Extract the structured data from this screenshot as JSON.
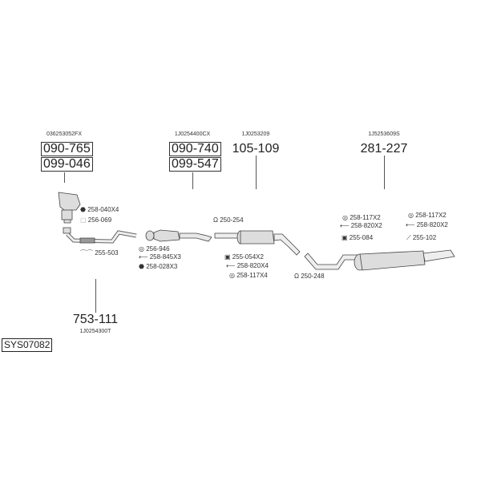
{
  "groups": [
    {
      "oem": "036253052FX",
      "parts": [
        "090-765",
        "099-046"
      ]
    },
    {
      "oem": "1J0254400CX",
      "parts": [
        "090-740",
        "099-547"
      ]
    },
    {
      "oem": "1J0253209",
      "parts": [
        "105-109"
      ]
    },
    {
      "oem": "1J5253609S",
      "parts": [
        "281-227"
      ]
    },
    {
      "oem": "1J0254300T",
      "parts": [
        "753-111"
      ]
    }
  ],
  "accessories": [
    {
      "code": "258-040X4",
      "icon": "nut-icon"
    },
    {
      "code": "256-069",
      "icon": "gasket-icon"
    },
    {
      "code": "255-503",
      "icon": "bracket-icon"
    },
    {
      "code": "256-946",
      "icon": "ring-gasket-icon"
    },
    {
      "code": "258-845X3",
      "icon": "bolt-icon"
    },
    {
      "code": "258-028X3",
      "icon": "nut-icon"
    },
    {
      "code": "250-254",
      "icon": "clamp-icon"
    },
    {
      "code": "255-054X2",
      "icon": "rubber-mount-icon"
    },
    {
      "code": "258-820X4",
      "icon": "bolt-icon"
    },
    {
      "code": "258-117X4",
      "icon": "washer-icon"
    },
    {
      "code": "250-248",
      "icon": "clamp-icon"
    },
    {
      "code": "258-117X2",
      "icon": "washer-icon"
    },
    {
      "code": "258-820X2",
      "icon": "bolt-icon"
    },
    {
      "code": "255-084",
      "icon": "rubber-mount-icon"
    },
    {
      "code": "258-117X2",
      "icon": "washer-icon"
    },
    {
      "code": "258-820X2",
      "icon": "bolt-icon"
    },
    {
      "code": "255-102",
      "icon": "hanger-icon"
    }
  ],
  "system_id": "SYS07082"
}
